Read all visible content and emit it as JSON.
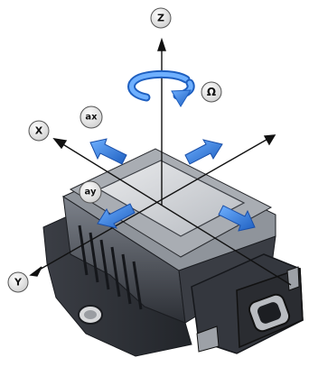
{
  "labels": {
    "z": "Z",
    "x": "X",
    "y": "Y",
    "omega": "Ω",
    "ax": "ax",
    "ay": "ay"
  },
  "colors": {
    "arrow_blue": "#2f7fe0",
    "housing_dark": "#2e3138",
    "housing_mid": "#6b7079",
    "housing_light": "#c9ccd1",
    "top_face": "#d6d8db",
    "axis": "#111111",
    "badge_fill": "#f2f2f2",
    "badge_stroke": "#555555"
  },
  "icons": [
    "rotation-arrow-icon",
    "acceleration-arrow-icon"
  ]
}
